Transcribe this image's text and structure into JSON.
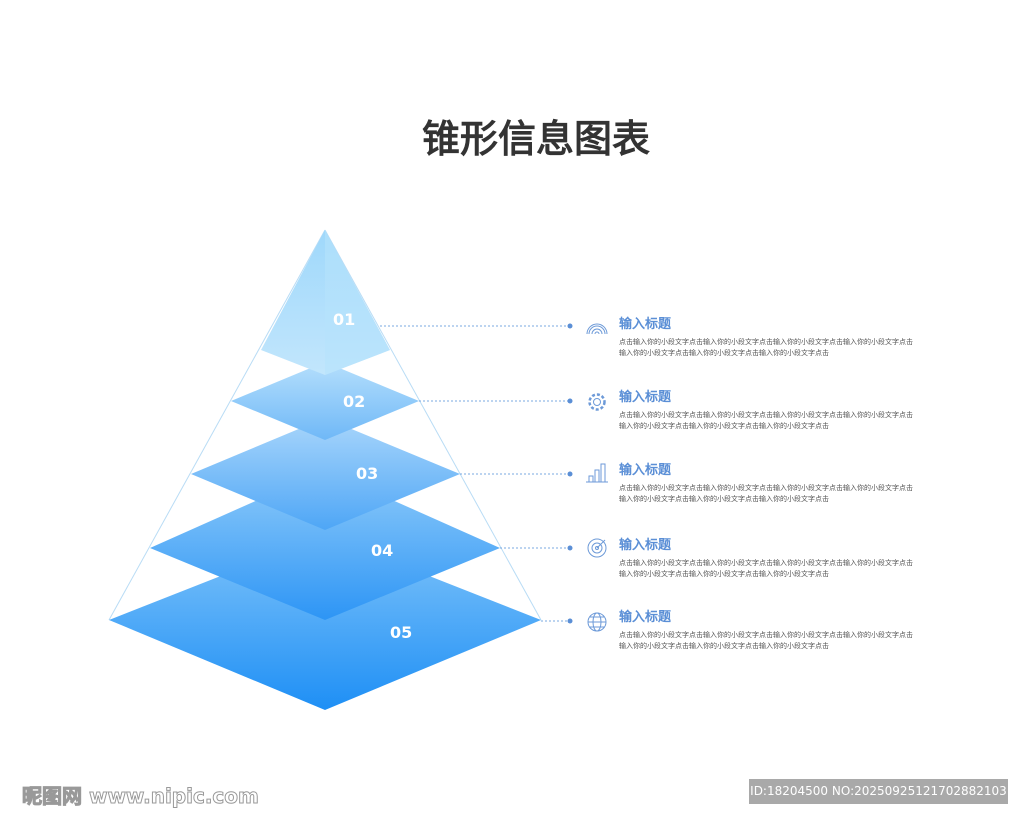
{
  "title": "锥形信息图表",
  "layers": [
    {
      "num": "01",
      "heading": "输入标题",
      "icon": "signal-icon",
      "text": "点击输入你的小段文字点击输入你的小段文字点击输入你的小段文字点击输入你的小段文字点击输入你的小段文字点击输入你的小段文字点击输入你的小段文字点击"
    },
    {
      "num": "02",
      "heading": "输入标题",
      "icon": "gear-icon",
      "text": "点击输入你的小段文字点击输入你的小段文字点击输入你的小段文字点击输入你的小段文字点击输入你的小段文字点击输入你的小段文字点击输入你的小段文字点击"
    },
    {
      "num": "03",
      "heading": "输入标题",
      "icon": "bar-chart-icon",
      "text": "点击输入你的小段文字点击输入你的小段文字点击输入你的小段文字点击输入你的小段文字点击输入你的小段文字点击输入你的小段文字点击输入你的小段文字点击"
    },
    {
      "num": "04",
      "heading": "输入标题",
      "icon": "target-icon",
      "text": "点击输入你的小段文字点击输入你的小段文字点击输入你的小段文字点击输入你的小段文字点击输入你的小段文字点击输入你的小段文字点击输入你的小段文字点击"
    },
    {
      "num": "05",
      "heading": "输入标题",
      "icon": "globe-icon",
      "text": "点击输入你的小段文字点击输入你的小段文字点击输入你的小段文字点击输入你的小段文字点击输入你的小段文字点击输入你的小段文字点击输入你的小段文字点击"
    }
  ],
  "watermark": "昵图网 www.nipic.com",
  "id_label": "ID:18204500 NO:20250925121702882103",
  "colors": {
    "accent": "#5b8fd6",
    "top": "#a8dcfa",
    "bottom": "#1e8ff5"
  }
}
